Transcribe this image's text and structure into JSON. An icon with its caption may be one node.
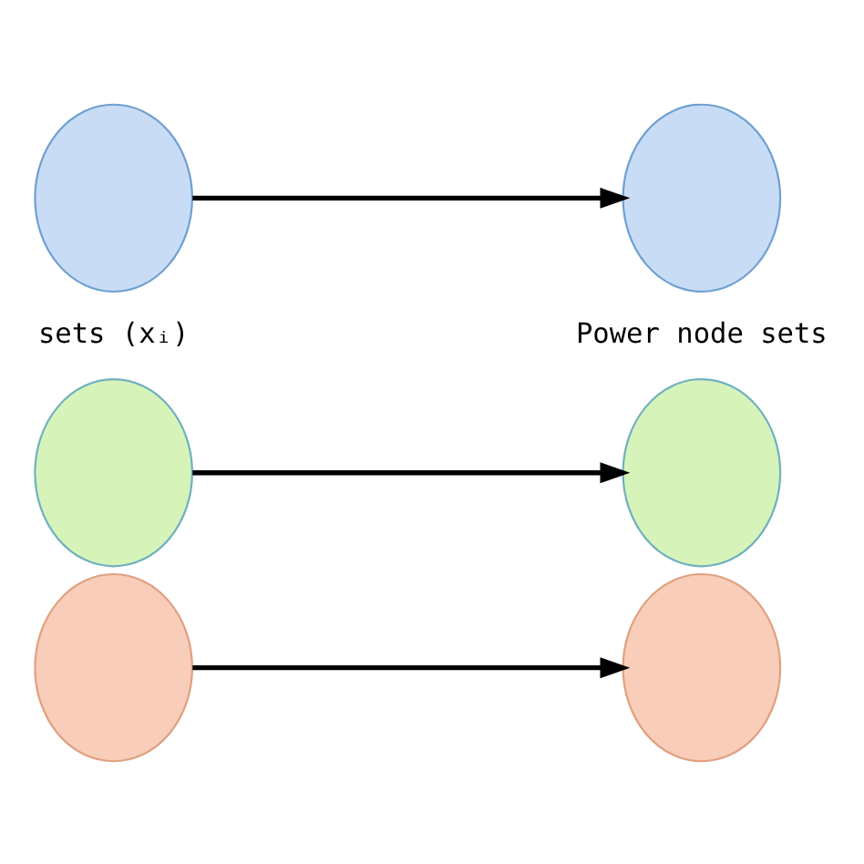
{
  "diagram": {
    "nodes": [
      {
        "text": [],
        "shape": "ellipse"
      },
      {
        "text": [],
        "shape": "ellipse"
      },
      {
        "text": [],
        "shape": "ellipse"
      },
      {
        "text": [],
        "shape": "ellipse"
      },
      {
        "text": [],
        "shape": "ellipse"
      },
      {
        "text": [],
        "shape": "ellipse"
      }
    ],
    "edges": [
      {
        "from": 0,
        "to": 3,
        "arrow": "to"
      },
      {
        "from": 1,
        "to": 4,
        "arrow": "to"
      },
      {
        "from": 2,
        "to": 5,
        "arrow": "to"
      }
    ],
    "labels": [
      "sets (xᵢ)",
      "Power node sets"
    ]
  }
}
